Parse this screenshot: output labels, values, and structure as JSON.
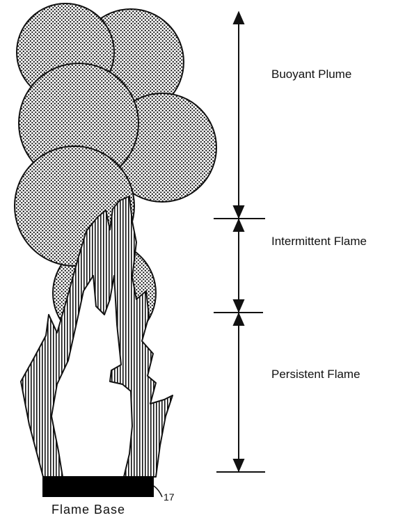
{
  "diagram": {
    "zones": [
      {
        "label": "Buoyant Plume"
      },
      {
        "label": "Intermittent Flame"
      },
      {
        "label": "Persistent Flame"
      }
    ],
    "base_label": "Flame Base",
    "reference_number": "17"
  }
}
